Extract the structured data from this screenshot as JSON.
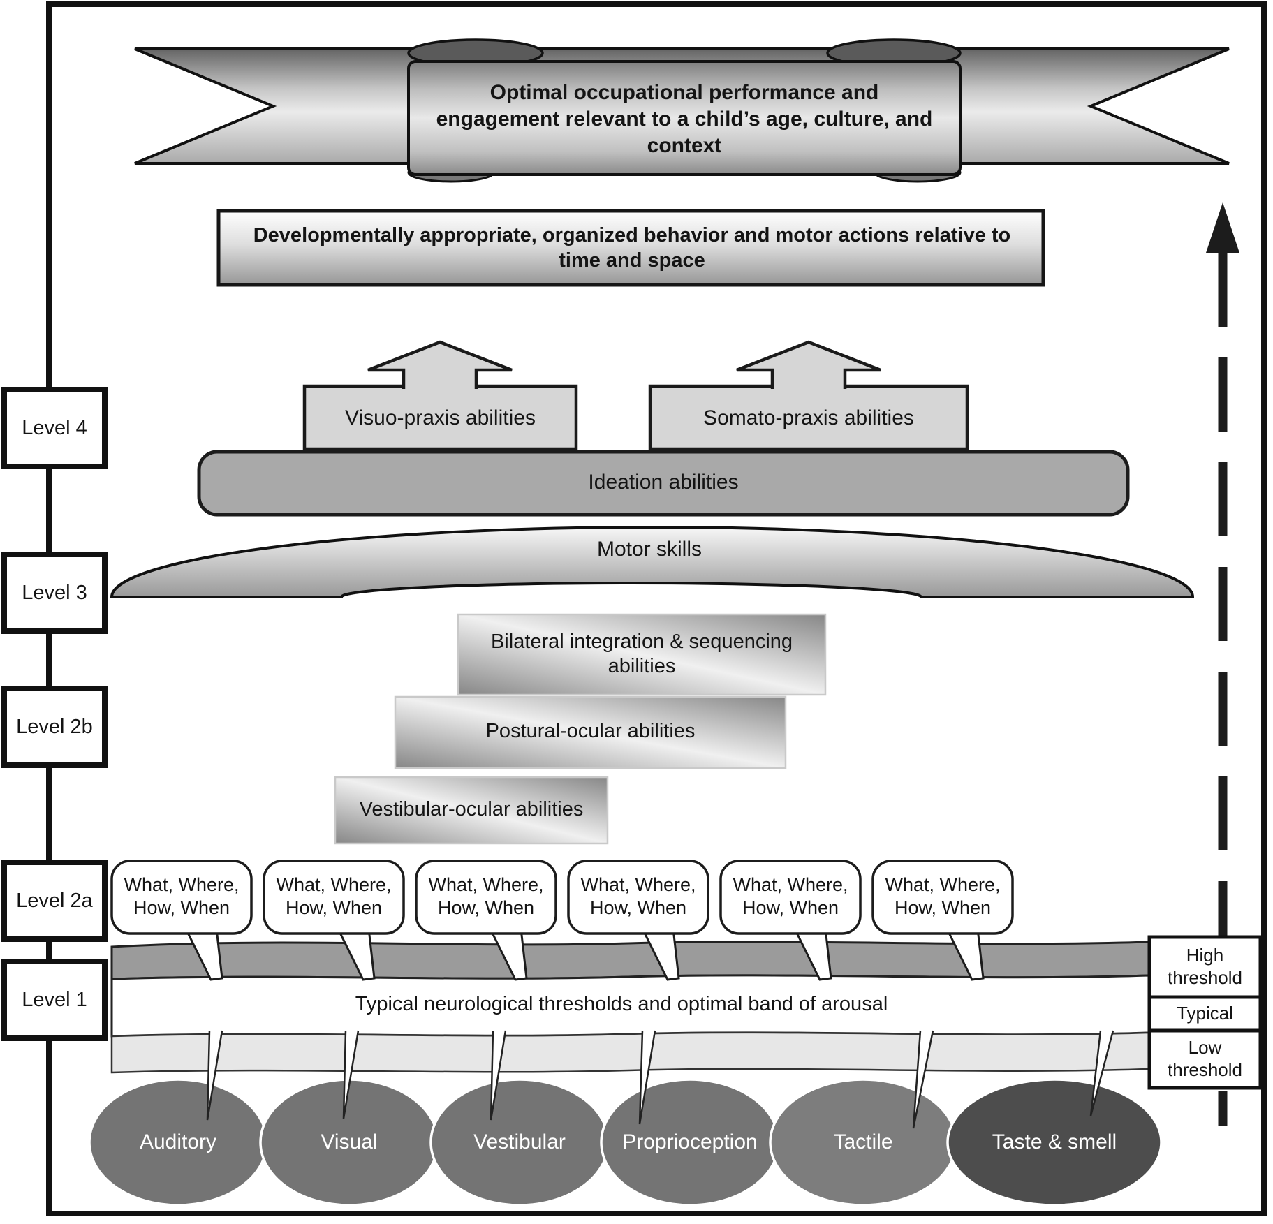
{
  "banner": {
    "title": "Optimal occupational performance and engagement relevant to a child’s age, culture, and context"
  },
  "behavior_bar": {
    "text": "Developmentally appropriate, organized behavior and motor actions relative to time and space"
  },
  "level_labels": [
    {
      "label": "Level 4"
    },
    {
      "label": "Level 3"
    },
    {
      "label": "Level 2b"
    },
    {
      "label": "Level 2a"
    },
    {
      "label": "Level 1"
    }
  ],
  "abilities": {
    "visuo": "Visuo-praxis abilities",
    "somato": "Somato-praxis abilities",
    "ideation": "Ideation abilities",
    "motor": "Motor skills",
    "bilateral": "Bilateral integration & sequencing abilities",
    "postural": "Postural-ocular abilities",
    "vestibular": "Vestibular-ocular abilities"
  },
  "speech_bubble": {
    "label": "What, Where, How, When",
    "count": 6
  },
  "arousal_band": {
    "text": "Typical neurological thresholds and optimal band of arousal"
  },
  "thresholds": {
    "high": "High threshold",
    "typical": "Typical",
    "low": "Low threshold"
  },
  "senses": [
    {
      "label": "Auditory"
    },
    {
      "label": "Visual"
    },
    {
      "label": "Vestibular"
    },
    {
      "label": "Proprioception"
    },
    {
      "label": "Tactile"
    },
    {
      "label": "Taste & smell"
    }
  ],
  "colors": {
    "sense_fill": "#747474",
    "taste_fill": "#4d4d4d",
    "ideation_fill": "#a9a9a9",
    "praxis_fill": "#d6d6d6",
    "dark_band": "#9b9b9b",
    "light_band": "#e7e7e7",
    "outline": "#111111"
  }
}
